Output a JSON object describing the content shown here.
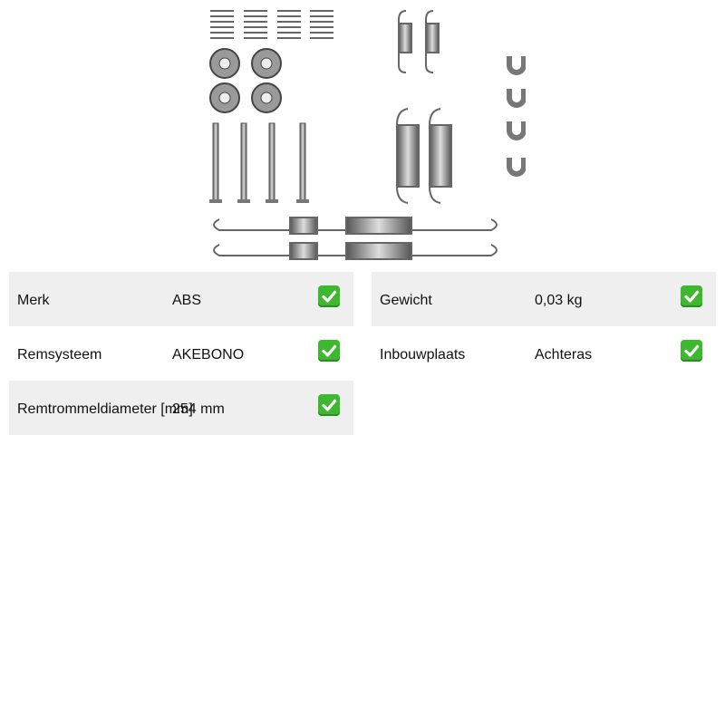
{
  "product": {
    "image_icon": "brake-spring-kit-image"
  },
  "specs": {
    "left": [
      {
        "label": "Merk",
        "value": "ABS",
        "shaded": true
      },
      {
        "label": "Remsysteem",
        "value": "AKEBONO",
        "shaded": false
      },
      {
        "label": "Remtrommeldiameter [mm]",
        "value": "254 mm",
        "shaded": true
      }
    ],
    "right": [
      {
        "label": "Gewicht",
        "value": "0,03 kg",
        "shaded": true
      },
      {
        "label": "Inbouwplaats",
        "value": "Achteras",
        "shaded": false
      }
    ],
    "check_icon": "check-mark-icon",
    "check_color": "#3eb82f",
    "shade_color": "#efefef"
  }
}
